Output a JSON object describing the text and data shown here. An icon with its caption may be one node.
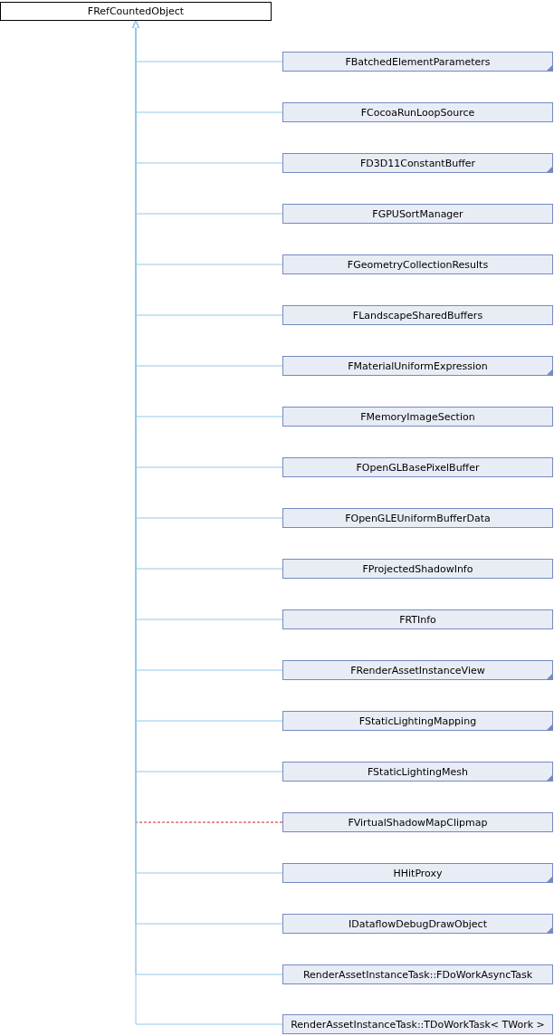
{
  "diagram": {
    "nodes": [
      {
        "text": [
          "FRefCountedObject"
        ]
      },
      {
        "text": [
          "FBatchedElementParameters"
        ]
      },
      {
        "text": [
          "FCocoaRunLoopSource"
        ]
      },
      {
        "text": [
          "FD3D11ConstantBuffer"
        ]
      },
      {
        "text": [
          "FGPUSortManager"
        ]
      },
      {
        "text": [
          "FGeometryCollectionResults"
        ]
      },
      {
        "text": [
          "FLandscapeSharedBuffers"
        ]
      },
      {
        "text": [
          "FMaterialUniformExpression"
        ]
      },
      {
        "text": [
          "FMemoryImageSection"
        ]
      },
      {
        "text": [
          "FOpenGLBasePixelBuffer"
        ]
      },
      {
        "text": [
          "FOpenGLEUniformBufferData"
        ]
      },
      {
        "text": [
          "FProjectedShadowInfo"
        ]
      },
      {
        "text": [
          "FRTInfo"
        ]
      },
      {
        "text": [
          "FRenderAssetInstanceView"
        ]
      },
      {
        "text": [
          "FStaticLightingMapping"
        ]
      },
      {
        "text": [
          "FStaticLightingMesh"
        ]
      },
      {
        "text": [
          "FVirtualShadowMapClipmap"
        ]
      },
      {
        "text": [
          "HHitProxy"
        ]
      },
      {
        "text": [
          "IDataflowDebugDrawObject"
        ]
      },
      {
        "text": [
          "RenderAssetInstanceTask::FDoWorkAsyncTask"
        ]
      },
      {
        "text": [
          "RenderAssetInstanceTask::TDoWorkTask< TWork >"
        ]
      }
    ],
    "edges": [
      {
        "from": 1,
        "to": 0,
        "arrow": "to"
      },
      {
        "from": 2,
        "to": 0,
        "arrow": "to"
      },
      {
        "from": 3,
        "to": 0,
        "arrow": "to"
      },
      {
        "from": 4,
        "to": 0,
        "arrow": "to"
      },
      {
        "from": 5,
        "to": 0,
        "arrow": "to"
      },
      {
        "from": 6,
        "to": 0,
        "arrow": "to"
      },
      {
        "from": 7,
        "to": 0,
        "arrow": "to"
      },
      {
        "from": 8,
        "to": 0,
        "arrow": "to"
      },
      {
        "from": 9,
        "to": 0,
        "arrow": "to"
      },
      {
        "from": 10,
        "to": 0,
        "arrow": "to"
      },
      {
        "from": 11,
        "to": 0,
        "arrow": "to"
      },
      {
        "from": 12,
        "to": 0,
        "arrow": "to"
      },
      {
        "from": 13,
        "to": 0,
        "arrow": "to"
      },
      {
        "from": 14,
        "to": 0,
        "arrow": "to"
      },
      {
        "from": 15,
        "to": 0,
        "arrow": "to"
      },
      {
        "from": 16,
        "to": 0,
        "arrow": "none",
        "style": "dashed",
        "color": "#cc2222"
      },
      {
        "from": 17,
        "to": 0,
        "arrow": "to"
      },
      {
        "from": 18,
        "to": 0,
        "arrow": "to"
      },
      {
        "from": 19,
        "to": 0,
        "arrow": "to"
      },
      {
        "from": 20,
        "to": 0,
        "arrow": "to"
      }
    ]
  }
}
